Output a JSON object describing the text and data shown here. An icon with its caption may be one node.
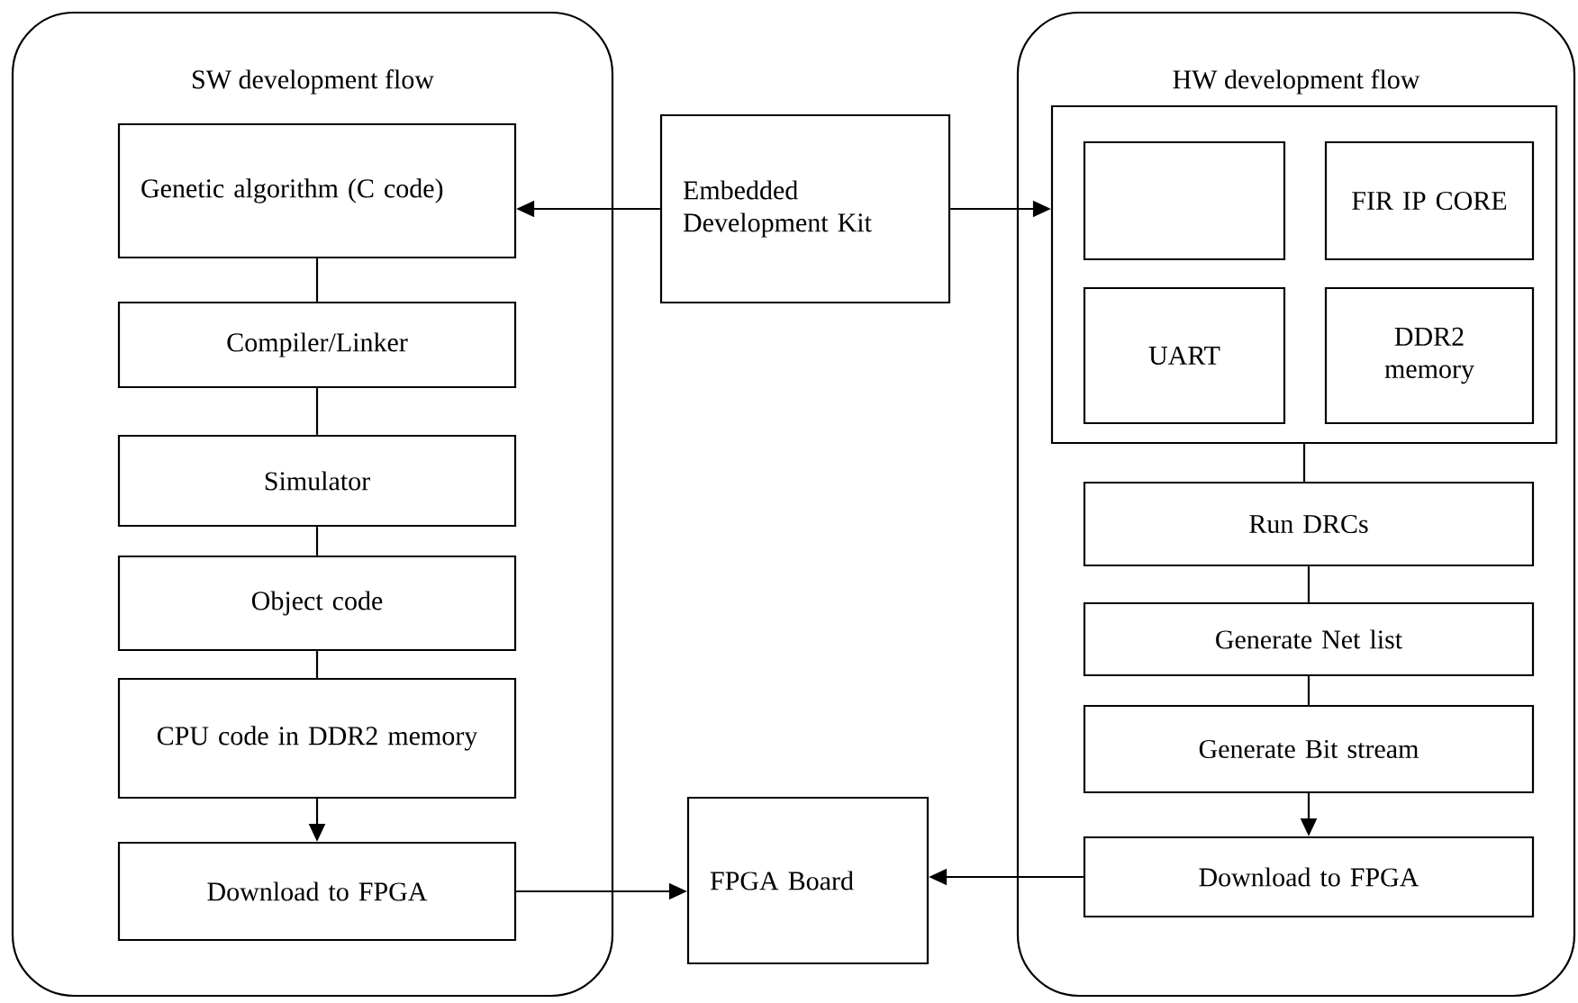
{
  "diagram": {
    "nodes": [
      {
        "text": [
          "SW development flow"
        ]
      },
      {
        "text": [
          "Genetic algorithm (C code)"
        ],
        "in": 0
      },
      {
        "text": [
          "Compiler/Linker"
        ],
        "in": 0
      },
      {
        "text": [
          "Simulator"
        ],
        "in": 0
      },
      {
        "text": [
          "Object code"
        ],
        "in": 0
      },
      {
        "text": [
          "CPU code in DDR2 memory"
        ],
        "in": 0
      },
      {
        "text": [
          "Download to FPGA"
        ],
        "in": 0
      },
      {
        "text": [
          "Embedded Development Kit"
        ]
      },
      {
        "text": [
          "FPGA Board"
        ]
      },
      {
        "text": [
          "HW development flow"
        ]
      },
      {
        "text": [],
        "shape": "box",
        "in": 9
      },
      {
        "text": [],
        "shape": "box",
        "in": 10
      },
      {
        "text": [
          "FIR IP CORE"
        ],
        "in": 10
      },
      {
        "text": [
          "UART"
        ],
        "in": 10
      },
      {
        "text": [
          "DDR2 memory"
        ],
        "in": 10
      },
      {
        "text": [
          "Run DRCs"
        ],
        "in": 9
      },
      {
        "text": [
          "Generate Net list"
        ],
        "in": 9
      },
      {
        "text": [
          "Generate Bit stream"
        ],
        "in": 9
      },
      {
        "text": [
          "Download to FPGA"
        ],
        "in": 9
      }
    ],
    "edges": [
      {
        "from": 7,
        "to": 1,
        "arrow": "to"
      },
      {
        "from": 7,
        "to": 10,
        "arrow": "to"
      },
      {
        "from": 1,
        "to": 2,
        "arrow": "none"
      },
      {
        "from": 2,
        "to": 3,
        "arrow": "none"
      },
      {
        "from": 3,
        "to": 4,
        "arrow": "none"
      },
      {
        "from": 4,
        "to": 5,
        "arrow": "none"
      },
      {
        "from": 5,
        "to": 6,
        "arrow": "to"
      },
      {
        "from": 6,
        "to": 8,
        "arrow": "to"
      },
      {
        "from": 18,
        "to": 8,
        "arrow": "to"
      },
      {
        "from": 10,
        "to": 15,
        "arrow": "none"
      },
      {
        "from": 15,
        "to": 16,
        "arrow": "none"
      },
      {
        "from": 16,
        "to": 17,
        "arrow": "none"
      },
      {
        "from": 17,
        "to": 18,
        "arrow": "to"
      }
    ]
  }
}
